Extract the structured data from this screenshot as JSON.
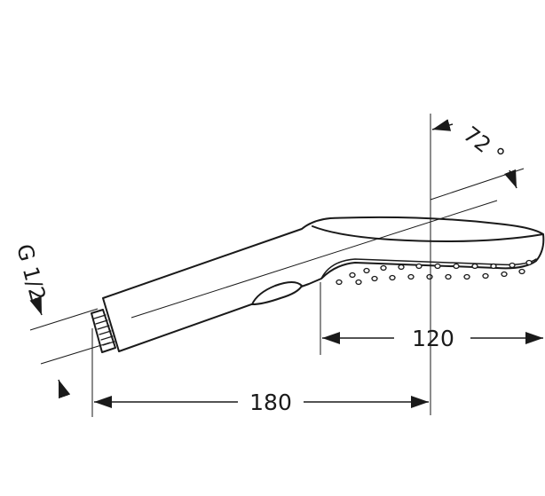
{
  "drawing": {
    "dimensions": {
      "length": "180",
      "head_width": "120",
      "angle": "72 °",
      "thread": "G 1/2"
    },
    "line_color": "#1a1a1a",
    "background": "#ffffff"
  }
}
